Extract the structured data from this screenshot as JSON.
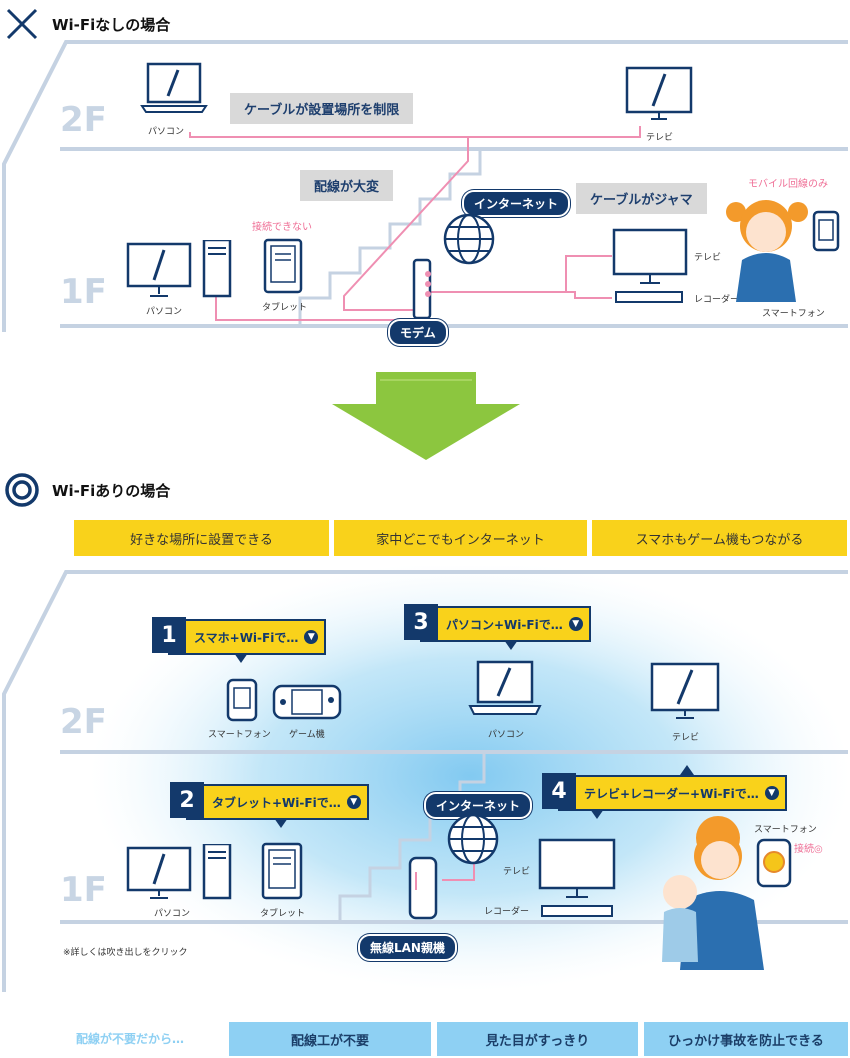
{
  "without_wifi": {
    "title": "Wi-Fiなしの場合",
    "floor_2": "2F",
    "floor_1": "1F",
    "problems": [
      "ケーブルが設置場所を制限",
      "配線が大変",
      "ケーブルがジャマ"
    ],
    "internet_label": "インターネット",
    "modem_label": "モデム",
    "not_connected": "接続できない",
    "mobile_only": "モバイル回線のみ",
    "devices": {
      "pc_2f": "パソコン",
      "tv_2f": "テレビ",
      "pc_1f": "パソコン",
      "tablet_1f": "タブレット",
      "tv_1f": "テレビ",
      "recorder_1f": "レコーダー",
      "smartphone_1f": "スマートフォン"
    }
  },
  "with_wifi": {
    "title": "Wi-Fiありの場合",
    "benefits": [
      "好きな場所に設置できる",
      "家中どこでもインターネット",
      "スマホもゲーム機もつながる"
    ],
    "floor_2": "2F",
    "floor_1": "1F",
    "callouts": [
      {
        "num": "1",
        "label": "スマホ+Wi-Fiで…"
      },
      {
        "num": "2",
        "label": "タブレット+Wi-Fiで…"
      },
      {
        "num": "3",
        "label": "パソコン+Wi-Fiで…"
      },
      {
        "num": "4",
        "label": "テレビ+レコーダー+Wi-Fiで…"
      }
    ],
    "internet_label": "インターネット",
    "router_label": "無線LAN親機",
    "connected": "接続◎",
    "note": "※詳しくは吹き出しをクリック",
    "devices": {
      "smartphone_2f": "スマートフォン",
      "game_2f": "ゲーム機",
      "pc_2f": "パソコン",
      "tv_2f": "テレビ",
      "pc_1f": "パソコン",
      "tablet_1f": "タブレット",
      "tv_1f": "テレビ",
      "recorder_1f": "レコーダー",
      "smartphone_1f": "スマートフォン"
    }
  },
  "footer": {
    "lead": "配線が不要だから…",
    "items": [
      "配線工が不要",
      "見た目がすっきり",
      "ひっかけ事故を防止できる"
    ]
  },
  "colors": {
    "navy": "#13396b",
    "yellow": "#f9d21b",
    "light_blue": "#8ed0f3",
    "pink": "#ef8fb2",
    "green_arrow": "#8cc63f",
    "house_outline": "#c5d2e2"
  }
}
